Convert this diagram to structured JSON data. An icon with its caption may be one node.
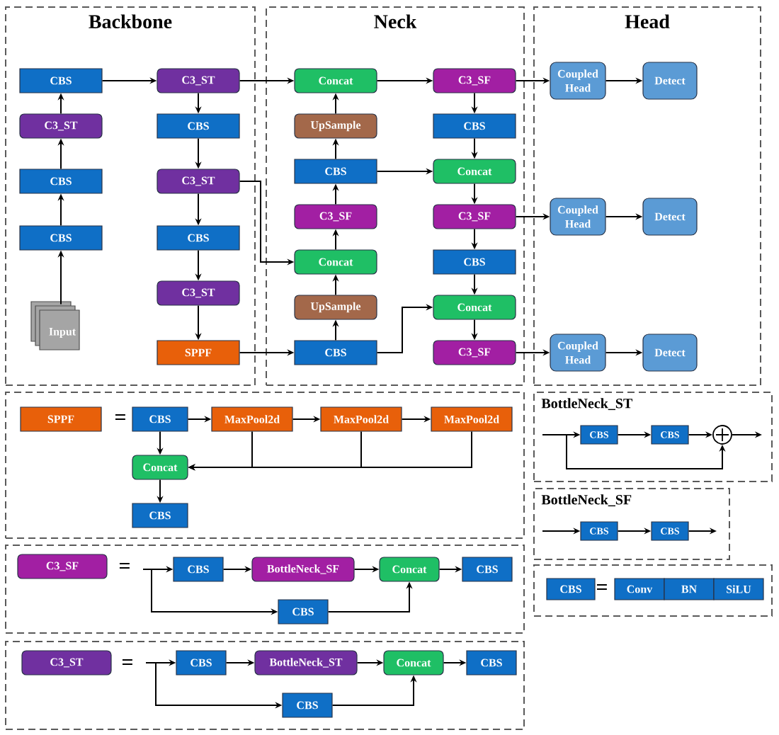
{
  "diagram": {
    "nodes": [
      {
        "text": [
          "Backbone"
        ]
      },
      {
        "text": [
          "CBS"
        ],
        "in": 0
      },
      {
        "text": [
          "C3_ST"
        ],
        "in": 0
      },
      {
        "text": [
          "C3_ST"
        ],
        "in": 0
      },
      {
        "text": [
          "CBS"
        ],
        "in": 0
      },
      {
        "text": [
          "CBS"
        ],
        "in": 0
      },
      {
        "text": [
          "C3_ST"
        ],
        "in": 0
      },
      {
        "text": [
          "CBS"
        ],
        "in": 0
      },
      {
        "text": [
          "CBS"
        ],
        "in": 0
      },
      {
        "text": [
          "C3_ST"
        ],
        "in": 0
      },
      {
        "text": [
          "Input"
        ],
        "in": 0
      },
      {
        "text": [
          "SPPF"
        ],
        "in": 0
      },
      {
        "text": [
          "Neck"
        ]
      },
      {
        "text": [
          "Concat"
        ],
        "in": 12
      },
      {
        "text": [
          "C3_SF"
        ],
        "in": 12
      },
      {
        "text": [
          "UpSample"
        ],
        "in": 12
      },
      {
        "text": [
          "CBS"
        ],
        "in": 12
      },
      {
        "text": [
          "CBS"
        ],
        "in": 12
      },
      {
        "text": [
          "Concat"
        ],
        "in": 12
      },
      {
        "text": [
          "C3_SF"
        ],
        "in": 12
      },
      {
        "text": [
          "C3_SF"
        ],
        "in": 12
      },
      {
        "text": [
          "Concat"
        ],
        "in": 12
      },
      {
        "text": [
          "CBS"
        ],
        "in": 12
      },
      {
        "text": [
          "UpSample"
        ],
        "in": 12
      },
      {
        "text": [
          "Concat"
        ],
        "in": 12
      },
      {
        "text": [
          "CBS"
        ],
        "in": 12
      },
      {
        "text": [
          "C3_SF"
        ],
        "in": 12
      },
      {
        "text": [
          "Head"
        ]
      },
      {
        "text": [
          "Coupled Head"
        ],
        "in": 27
      },
      {
        "text": [
          "Detect"
        ],
        "in": 27
      },
      {
        "text": [
          "Coupled Head"
        ],
        "in": 27
      },
      {
        "text": [
          "Detect"
        ],
        "in": 27
      },
      {
        "text": [
          "Coupled Head"
        ],
        "in": 27
      },
      {
        "text": [
          "Detect"
        ],
        "in": 27
      },
      {
        "text": [],
        "shape": "box"
      },
      {
        "text": [
          "SPPF"
        ],
        "in": 34
      },
      {
        "text": [
          "CBS"
        ],
        "in": 34
      },
      {
        "text": [
          "MaxPool2d"
        ],
        "in": 34
      },
      {
        "text": [
          "MaxPool2d"
        ],
        "in": 34
      },
      {
        "text": [
          "MaxPool2d"
        ],
        "in": 34
      },
      {
        "text": [
          "Concat"
        ],
        "in": 34
      },
      {
        "text": [
          "CBS"
        ],
        "in": 34
      },
      {
        "text": [
          "BottleNeck_ST"
        ]
      },
      {
        "text": [
          "CBS"
        ],
        "in": 42
      },
      {
        "text": [
          "CBS"
        ],
        "in": 42
      },
      {
        "text": [],
        "shape": "circle",
        "in": 42
      },
      {
        "text": [
          "BottleNeck_SF"
        ]
      },
      {
        "text": [
          "CBS"
        ],
        "in": 46
      },
      {
        "text": [
          "CBS"
        ],
        "in": 46
      },
      {
        "text": [],
        "shape": "box"
      },
      {
        "text": [
          "C3_SF"
        ],
        "in": 49
      },
      {
        "text": [
          "CBS"
        ],
        "in": 49
      },
      {
        "text": [
          "BottleNeck_SF"
        ],
        "in": 49
      },
      {
        "text": [
          "Concat"
        ],
        "in": 49
      },
      {
        "text": [
          "CBS"
        ],
        "in": 49
      },
      {
        "text": [
          "CBS"
        ],
        "in": 49
      },
      {
        "text": [],
        "shape": "box"
      },
      {
        "text": [
          "CBS"
        ],
        "in": 56
      },
      {
        "text": [
          "Conv"
        ],
        "in": 56
      },
      {
        "text": [
          "BN"
        ],
        "in": 56
      },
      {
        "text": [
          "SiLU"
        ],
        "in": 56
      },
      {
        "text": [],
        "shape": "box"
      },
      {
        "text": [
          "C3_ST"
        ],
        "in": 61
      },
      {
        "text": [
          "CBS"
        ],
        "in": 61
      },
      {
        "text": [
          "BottleNeck_ST"
        ],
        "in": 61
      },
      {
        "text": [
          "Concat"
        ],
        "in": 61
      },
      {
        "text": [
          "CBS"
        ],
        "in": 61
      },
      {
        "text": [
          "CBS"
        ],
        "in": 61
      }
    ],
    "edges": [
      {
        "from": 10,
        "to": 7,
        "arrow": "to"
      },
      {
        "from": 7,
        "to": 5,
        "arrow": "to"
      },
      {
        "from": 5,
        "to": 3,
        "arrow": "to"
      },
      {
        "from": 3,
        "to": 1,
        "arrow": "to"
      },
      {
        "from": 1,
        "to": 2,
        "arrow": "to"
      },
      {
        "from": 2,
        "to": 4,
        "arrow": "to"
      },
      {
        "from": 4,
        "to": 6,
        "arrow": "to"
      },
      {
        "from": 6,
        "to": 8,
        "arrow": "to"
      },
      {
        "from": 8,
        "to": 9,
        "arrow": "to"
      },
      {
        "from": 9,
        "to": 11,
        "arrow": "to"
      },
      {
        "from": 2,
        "to": 13,
        "arrow": "to"
      },
      {
        "from": 6,
        "to": 21,
        "arrow": "to"
      },
      {
        "from": 11,
        "to": 25,
        "arrow": "to"
      },
      {
        "from": 25,
        "to": 23,
        "arrow": "to"
      },
      {
        "from": 23,
        "to": 21,
        "arrow": "to"
      },
      {
        "from": 21,
        "to": 19,
        "arrow": "to"
      },
      {
        "from": 19,
        "to": 17,
        "arrow": "to"
      },
      {
        "from": 17,
        "to": 15,
        "arrow": "to"
      },
      {
        "from": 15,
        "to": 13,
        "arrow": "to"
      },
      {
        "from": 13,
        "to": 14,
        "arrow": "to"
      },
      {
        "from": 17,
        "to": 18,
        "arrow": "to"
      },
      {
        "from": 25,
        "to": 24,
        "arrow": "to"
      },
      {
        "from": 14,
        "to": 16,
        "arrow": "to"
      },
      {
        "from": 16,
        "to": 18,
        "arrow": "to"
      },
      {
        "from": 18,
        "to": 20,
        "arrow": "to"
      },
      {
        "from": 20,
        "to": 22,
        "arrow": "to"
      },
      {
        "from": 22,
        "to": 24,
        "arrow": "to"
      },
      {
        "from": 24,
        "to": 26,
        "arrow": "to"
      },
      {
        "from": 14,
        "to": 28,
        "arrow": "to"
      },
      {
        "from": 28,
        "to": 29,
        "arrow": "to"
      },
      {
        "from": 20,
        "to": 30,
        "arrow": "to"
      },
      {
        "from": 30,
        "to": 31,
        "arrow": "to"
      },
      {
        "from": 26,
        "to": 32,
        "arrow": "to"
      },
      {
        "from": 32,
        "to": 33,
        "arrow": "to"
      },
      {
        "from": 36,
        "to": 37,
        "arrow": "to"
      },
      {
        "from": 37,
        "to": 38,
        "arrow": "to"
      },
      {
        "from": 38,
        "to": 39,
        "arrow": "to"
      },
      {
        "from": 36,
        "to": 40,
        "arrow": "to"
      },
      {
        "from": 37,
        "to": 40,
        "arrow": "to"
      },
      {
        "from": 38,
        "to": 40,
        "arrow": "to"
      },
      {
        "from": 39,
        "to": 40,
        "arrow": "to"
      },
      {
        "from": 40,
        "to": 41,
        "arrow": "to"
      },
      {
        "from": null,
        "to": 43,
        "arrow": "to"
      },
      {
        "from": 43,
        "to": 44,
        "arrow": "to"
      },
      {
        "from": 44,
        "to": 45,
        "arrow": "to"
      },
      {
        "from": 45,
        "to": null,
        "arrow": "to"
      },
      {
        "from": null,
        "to": 45,
        "arrow": "to"
      },
      {
        "from": null,
        "to": 47,
        "arrow": "to"
      },
      {
        "from": 47,
        "to": 48,
        "arrow": "to"
      },
      {
        "from": 48,
        "to": null,
        "arrow": "to"
      },
      {
        "from": null,
        "to": 51,
        "arrow": "to"
      },
      {
        "from": null,
        "to": 55,
        "arrow": "to"
      },
      {
        "from": 51,
        "to": 52,
        "arrow": "to"
      },
      {
        "from": 52,
        "to": 53,
        "arrow": "to"
      },
      {
        "from": 53,
        "to": 54,
        "arrow": "to"
      },
      {
        "from": 55,
        "to": 53,
        "arrow": "to"
      },
      {
        "from": null,
        "to": 63,
        "arrow": "to"
      },
      {
        "from": null,
        "to": 67,
        "arrow": "to"
      },
      {
        "from": 63,
        "to": 64,
        "arrow": "to"
      },
      {
        "from": 64,
        "to": 65,
        "arrow": "to"
      },
      {
        "from": 65,
        "to": 66,
        "arrow": "to"
      },
      {
        "from": 67,
        "to": 65,
        "arrow": "to"
      }
    ],
    "labels": [
      "=",
      "=",
      "=",
      "="
    ]
  }
}
